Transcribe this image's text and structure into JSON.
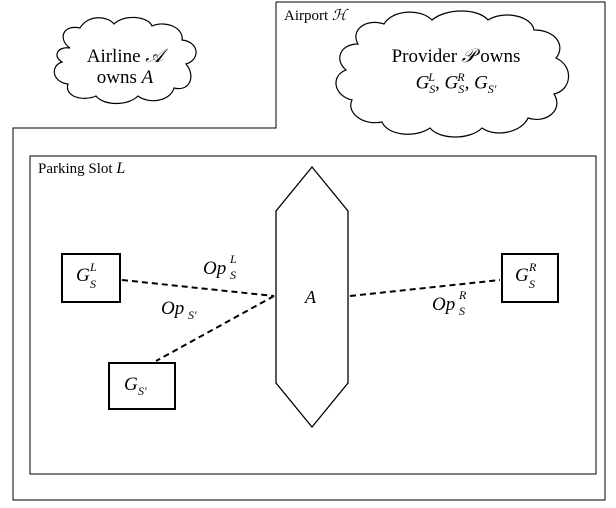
{
  "airline_cloud": {
    "line1": "Airline",
    "airline_symbol": "𝒜",
    "line2": "owns",
    "aircraft_symbol": "A"
  },
  "airport": {
    "label": "Airport",
    "symbol": "ℋ"
  },
  "provider_cloud": {
    "line1_a": "Provider",
    "provider_symbol": "𝒫",
    "line1_b": "owns",
    "g_base": "G",
    "sub_s": "S",
    "sup_l": "L",
    "sup_r": "R",
    "sub_sprime": "S′",
    "comma": ","
  },
  "parking_slot": {
    "label": "Parking Slot",
    "symbol": "L"
  },
  "aircraft_label": "A",
  "ground_units": {
    "left": {
      "base": "G",
      "sub": "S",
      "sup": "L"
    },
    "right": {
      "base": "G",
      "sub": "S",
      "sup": "R"
    },
    "sprime": {
      "base": "G",
      "sub": "S′"
    }
  },
  "operations": {
    "left": {
      "base": "Op",
      "sub": "S",
      "sup": "L"
    },
    "right": {
      "base": "Op",
      "sub": "S",
      "sup": "R"
    },
    "sprime": {
      "base": "Op",
      "sub": "S′"
    }
  }
}
